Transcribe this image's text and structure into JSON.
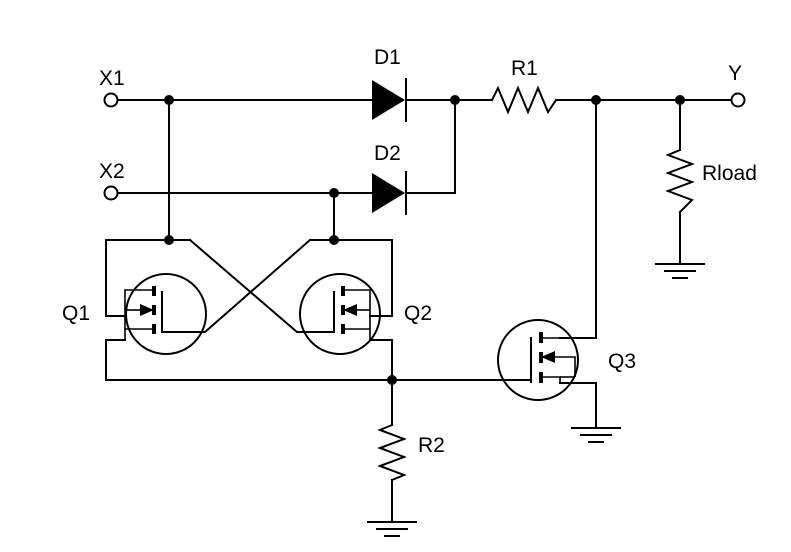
{
  "labels": {
    "x1": "X1",
    "x2": "X2",
    "y": "Y",
    "d1": "D1",
    "d2": "D2",
    "r1": "R1",
    "r2": "R2",
    "rload": "Rload",
    "q1": "Q1",
    "q2": "Q2",
    "q3": "Q3"
  }
}
